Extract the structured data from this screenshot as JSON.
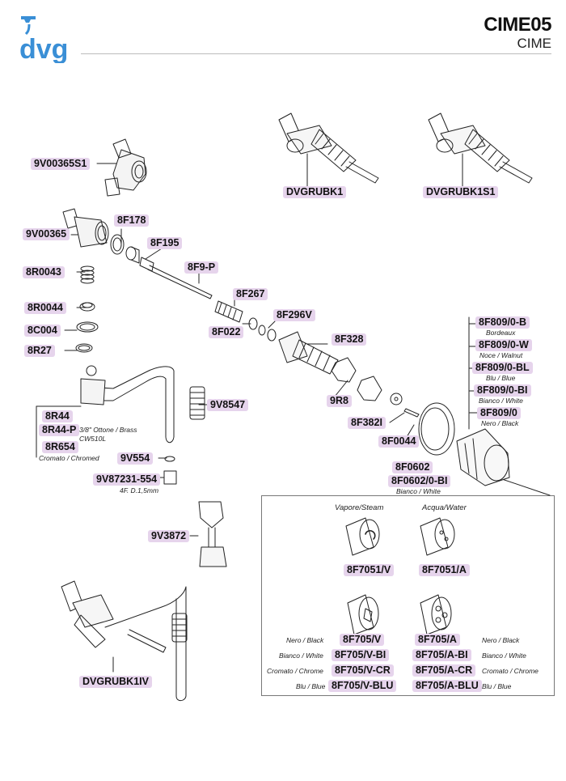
{
  "brand": {
    "logo_text": "dvg",
    "logo_color": "#3a8fd6"
  },
  "header": {
    "code": "CIME05",
    "name": "CIME"
  },
  "label_color": "#e6d4ec",
  "labels": {
    "9V00365S1": "9V00365S1",
    "DVGRUBK1": "DVGRUBK1",
    "DVGRUBK1S1": "DVGRUBK1S1",
    "9V00365": "9V00365",
    "8F178": "8F178",
    "8F195": "8F195",
    "8R0043": "8R0043",
    "8F9P": "8F9-P",
    "8F267": "8F267",
    "8R0044": "8R0044",
    "8F296V": "8F296V",
    "8C004": "8C004",
    "8F022": "8F022",
    "8R27": "8R27",
    "8F328": "8F328",
    "9V8547": "9V8547",
    "9R8": "9R8",
    "8R44": "8R44",
    "8R44P": "8R44-P",
    "8R654": "8R654",
    "8F382I": "8F382I",
    "8F0044": "8F0044",
    "9V554": "9V554",
    "8F0602": "8F0602",
    "8F0602BI": "8F0602/0-BI",
    "9V87231": "9V87231-554",
    "9V3872": "9V3872",
    "8F809B": "8F809/0-B",
    "8F809W": "8F809/0-W",
    "8F809BL": "8F809/0-BL",
    "8F809BI": "8F809/0-BI",
    "8F8090": "8F809/0",
    "DVGRUBK1IV": "DVGRUBK1IV",
    "8F7051V": "8F7051/V",
    "8F7051A": "8F7051/A",
    "8F705V": "8F705/V",
    "8F705A": "8F705/A",
    "8F705VBI": "8F705/V-BI",
    "8F705ABI": "8F705/A-BI",
    "8F705VCR": "8F705/V-CR",
    "8F705ACR": "8F705/A-CR",
    "8F705VBLU": "8F705/V-BLU",
    "8F705ABLU": "8F705/A-BLU"
  },
  "notes": {
    "material": "3/8\" Ottone / Brass",
    "material2": "CW510L",
    "chromed": "Cromato / Chromed",
    "bianco_white": "Bianco / White",
    "thread": "4F. D.1,5mm",
    "bordeaux": "Bordeaux",
    "noce_walnut": "Noce / Walnut",
    "blu_blue": "Blu / Blue",
    "bianco_white2": "Bianco / White",
    "nero_black": "Nero / Black"
  },
  "inset": {
    "col1_caption": "Vapore/Steam",
    "col2_caption": "Acqua/Water",
    "left_finishes": [
      "Nero / Black",
      "Bianco / White",
      "Cromato / Chrome",
      "Blu / Blue"
    ],
    "right_finishes": [
      "Nero / Black",
      "Bianco / White",
      "Cromato / Chrome",
      "Blu / Blue"
    ]
  }
}
